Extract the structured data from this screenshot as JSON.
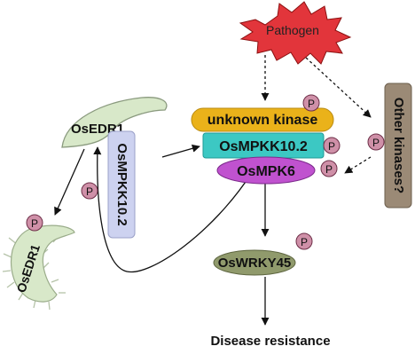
{
  "nodes": {
    "pathogen": "Pathogen",
    "unknown_kinase": "unknown kinase",
    "osmpkk10_2": "OsMPKK10.2",
    "osmpk6": "OsMPK6",
    "other_kinases": "Other kinases?",
    "osedr1_top": "OsEDR1",
    "osmpkk10_2_vertical": "OsMPKK10.2",
    "osedr1_degraded": "OsEDR1",
    "oswrky45": "OsWRKY45",
    "disease_resistance": "Disease resistance"
  },
  "phospho_label": "P",
  "colors": {
    "pathogen_fill": "#e2353b",
    "unknown_kinase_fill": "#eab21a",
    "osmpkk10_2_fill": "#3cc8c3",
    "osmpk6_fill": "#c052cf",
    "other_kinases_fill": "#9b8a76",
    "osedr1_fill": "#d8e8c9",
    "vertical_box_fill": "#cdd2f0",
    "oswrky45_fill": "#909a6c",
    "phospho_fill": "#cf90a8"
  }
}
